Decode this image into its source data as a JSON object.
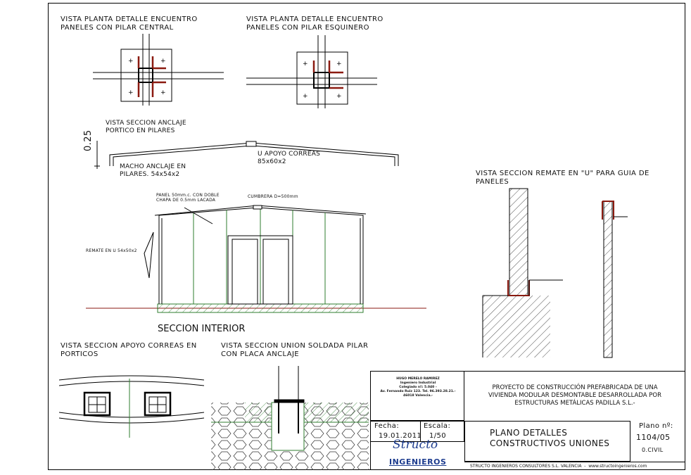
{
  "details": {
    "central_title": "VISTA PLANTA DETALLE ENCUENTRO\nPANELES CON PILAR CENTRAL",
    "corner_title": "VISTA PLANTA DETALLE ENCUENTRO\nPANELES CON PILAR ESQUINERO",
    "portico_title": "VISTA SECCION ANCLAJE\nPORTICO EN PILARES",
    "portico_dim": "0.25",
    "portico_label_u": "U APOYO CORREAS\n85x60x2",
    "portico_label_macho": "MACHO ANCLAJE EN\nPILARES. 54x54x2",
    "section_panel_note": "PANEL 50mm.c. CON DOBLE\nCHAPA DE 0.5mm LACADA",
    "section_ridge_note": "CUMBRERA D=500mm",
    "section_remate_note": "REMATE EN U 54x50x2",
    "section_title": "SECCION INTERIOR",
    "remate_title": "VISTA SECCION REMATE EN \"U\" PARA GUIA DE\nPANELES",
    "apoyo_title": "VISTA SECCION APOYO CORREAS EN\nPORTICOS",
    "union_title": "VISTA SECCION UNION SOLDADA PILAR\nCON PLACA ANCLAJE"
  },
  "title_block": {
    "engineer_lines": [
      "HUGO MERELO RAMIREZ",
      "Ingeniero Industrial",
      "Colegiado nº: 5.040 -",
      "Av. Fernando Ruiz 123. Tel. 96.393.28.21.-",
      "46018 Valencia.-"
    ],
    "project": "PROYECTO DE CONSTRUCCIÓN PREFABRICADA DE UNA\nVIVIENDA MODULAR DESMONTABLE DESARROLLADA POR\nESTRUCTURAS METÁLICAS PADILLA S.L.-",
    "fecha_label": "Fecha:",
    "fecha_value": "19.01.2011",
    "escala_label": "Escala:",
    "escala_value": "1/50",
    "plano_title": "PLANO DETALLES\nCONSTRUCTIVOS UNIONES",
    "plano_label": "Plano nº:",
    "plano_value": "1104/05",
    "plano_sub": "0.CIVIL",
    "logo_script": "Structo",
    "logo_text": "INGENIEROS",
    "footer": "STRUCTO INGENIEROS CONSULTORES S.L. VALENCIA  -  www.structoingenieros.com"
  },
  "colors": {
    "steel": "#8b1a10",
    "glass": "#2f7d2f",
    "line": "#000000"
  }
}
